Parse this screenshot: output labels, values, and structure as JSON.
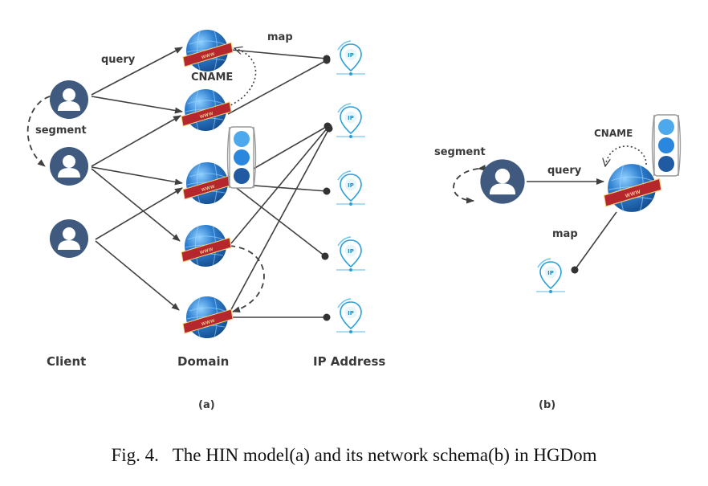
{
  "panel_a": {
    "edge_labels": {
      "query": "query",
      "map": "map",
      "cname": "CNAME",
      "segment": "segment"
    },
    "column_labels": {
      "client": "Client",
      "domain": "Domain",
      "ip": "IP Address"
    },
    "sub_label": "(a)"
  },
  "panel_b": {
    "edge_labels": {
      "segment": "segment",
      "query": "query",
      "cname": "CNAME",
      "map": "map"
    },
    "sub_label": "(b)"
  },
  "icon_text": {
    "domain": "www",
    "ip": "IP"
  },
  "caption": "Fig. 4.   The HIN model(a) and its network schema(b) in HGDom",
  "colors": {
    "client": "#3f5a7e",
    "globe": "#2f7fd0",
    "banner": "#b5272d",
    "ip_pin": "#2aa0d8",
    "stack_light": "#4ea8ec",
    "stack_mid": "#2b86dd",
    "stack_dark": "#1f5aa3",
    "edge": "#404040"
  }
}
